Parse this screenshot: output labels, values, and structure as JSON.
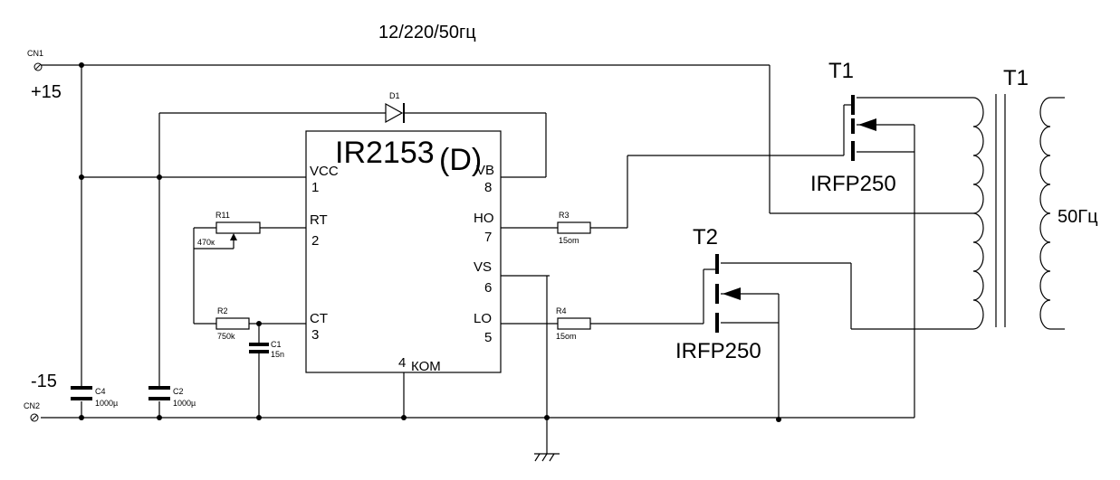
{
  "title": "12/220/50гц",
  "power": {
    "connector_pos": "CN1",
    "connector_neg": "CN2",
    "plus_label": "+15",
    "minus_label": "-15"
  },
  "ic": {
    "name": "IR2153",
    "suffix": "(D)",
    "pins": [
      {
        "name": "VCC",
        "num": "1"
      },
      {
        "name": "RT",
        "num": "2"
      },
      {
        "name": "CT",
        "num": "3"
      },
      {
        "name": "4",
        "num": "КОМ"
      },
      {
        "name": "LO",
        "num": "5"
      },
      {
        "name": "VS",
        "num": "6"
      },
      {
        "name": "HO",
        "num": "7"
      },
      {
        "name": "VB",
        "num": "8"
      }
    ]
  },
  "components": {
    "d1": "D1",
    "r11": {
      "ref": "R11",
      "value": "470к"
    },
    "r2": {
      "ref": "R2",
      "value": "750k"
    },
    "c1": {
      "ref": "C1",
      "value": "15n"
    },
    "c2": {
      "ref": "C2",
      "value": "1000µ"
    },
    "c4": {
      "ref": "C4",
      "value": "1000µ"
    },
    "r3": {
      "ref": "R3",
      "value": "15om"
    },
    "r4": {
      "ref": "R4",
      "value": "15om"
    }
  },
  "transistors": {
    "t1": {
      "ref": "T1",
      "part": "IRFP250"
    },
    "t2": {
      "ref": "T2",
      "part": "IRFP250"
    }
  },
  "transformer": {
    "ref": "T1",
    "output": "50Гц"
  }
}
